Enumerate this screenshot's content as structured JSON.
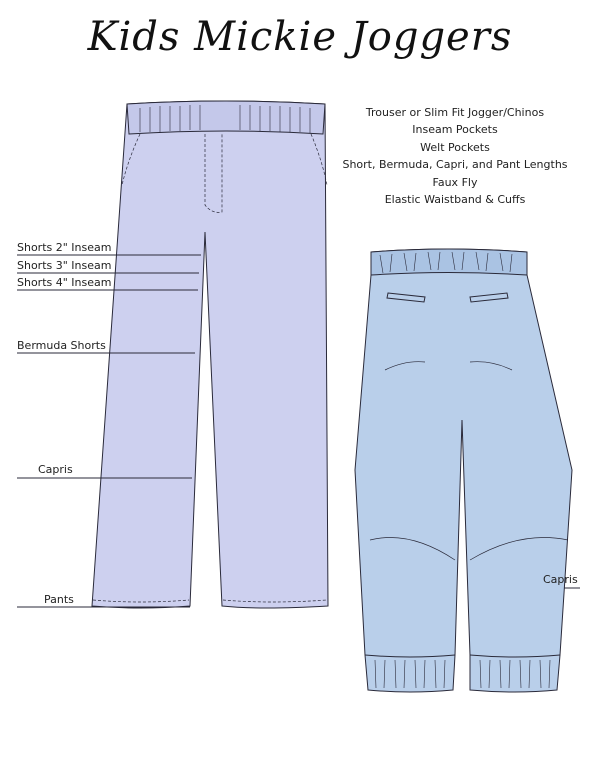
{
  "title": "Kids Mickie Joggers",
  "features": [
    "Trouser or Slim Fit Jogger/Chinos",
    "Inseam Pockets",
    "Welt Pockets",
    "Short, Bermuda, Capri, and Pant Lengths",
    "Faux Fly",
    "Elastic Waistband & Cuffs"
  ],
  "front_labels": {
    "shorts2": "Shorts 2\" Inseam",
    "shorts3": "Shorts 3\" Inseam",
    "shorts4": "Shorts 4\" Inseam",
    "bermuda": "Bermuda Shorts",
    "capris": "Capris",
    "pants": "Pants"
  },
  "back_labels": {
    "capris": "Capris"
  },
  "colors": {
    "front": "#cdd0ef",
    "back": "#b9cfea",
    "outline": "#2a2a3a"
  }
}
